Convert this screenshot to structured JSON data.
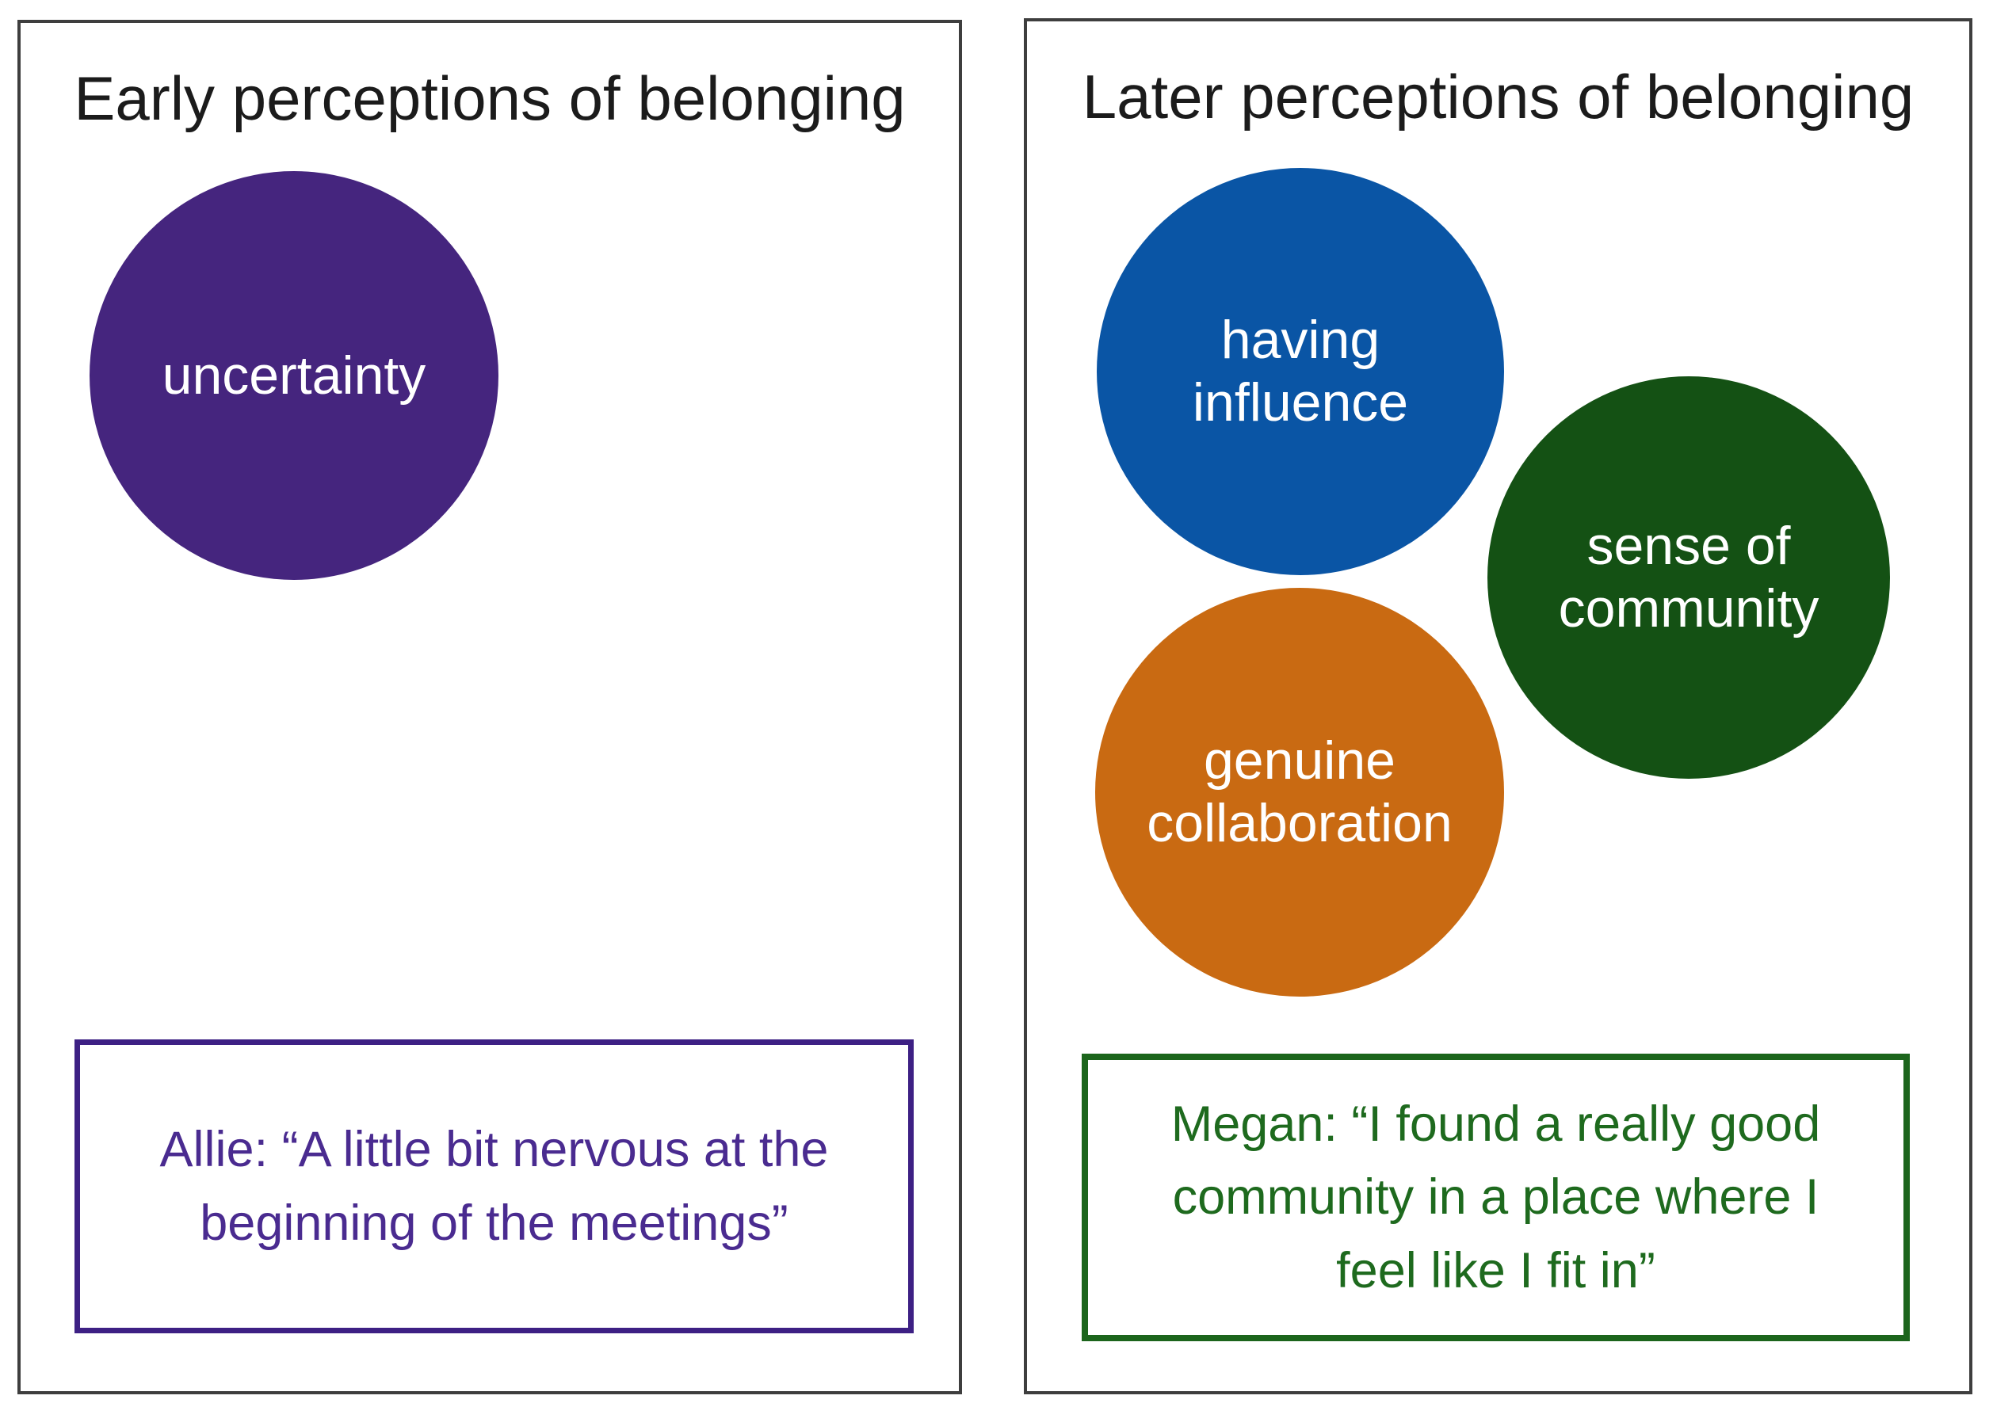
{
  "figure": {
    "kind": "two-panel belonging perceptions diagram",
    "background_color": "#ffffff",
    "panel_border_color": "#3e3e3e"
  },
  "colors": {
    "purple_circle": "#45257E",
    "blue_circle": "#0A55A5",
    "dark_green_circle": "#145114",
    "orange_circle": "#C96A12",
    "purple_quote_border": "#3D2084",
    "purple_quote_text": "#4A2B90",
    "green_quote_border": "#1C651C",
    "green_quote_text": "#1E6A1E",
    "title_text": "#1b1b1b",
    "circle_text": "#ffffff"
  },
  "panels": [
    {
      "name": "early",
      "title": "Early perceptions of belonging",
      "circles": [
        {
          "name": "uncertainty",
          "label": "uncertainty",
          "color": "#45257E",
          "lines": [
            "uncertainty"
          ]
        }
      ],
      "quote": {
        "speaker": "Allie",
        "full": "Allie: “A little bit nervous at the beginning of the meetings”",
        "lines": [
          "Allie: “A little bit nervous at the",
          "beginning of the meetings”"
        ]
      }
    },
    {
      "name": "later",
      "title": "Later perceptions of belonging",
      "circles": [
        {
          "name": "having-influence",
          "label": "having influence",
          "color": "#0A55A5",
          "lines": [
            "having",
            "influence"
          ]
        },
        {
          "name": "sense-of-community",
          "label": "sense of community",
          "color": "#145114",
          "lines": [
            "sense of",
            "community"
          ]
        },
        {
          "name": "genuine-collaboration",
          "label": "genuine collaboration",
          "color": "#C96A12",
          "lines": [
            "genuine",
            "collaboration"
          ]
        }
      ],
      "quote": {
        "speaker": "Megan",
        "full": "Megan: “I found a really good community in a place where I feel like I fit in”",
        "lines": [
          "Megan: “I found a really good",
          "community in a place where I",
          "feel like I fit in”"
        ]
      }
    }
  ]
}
